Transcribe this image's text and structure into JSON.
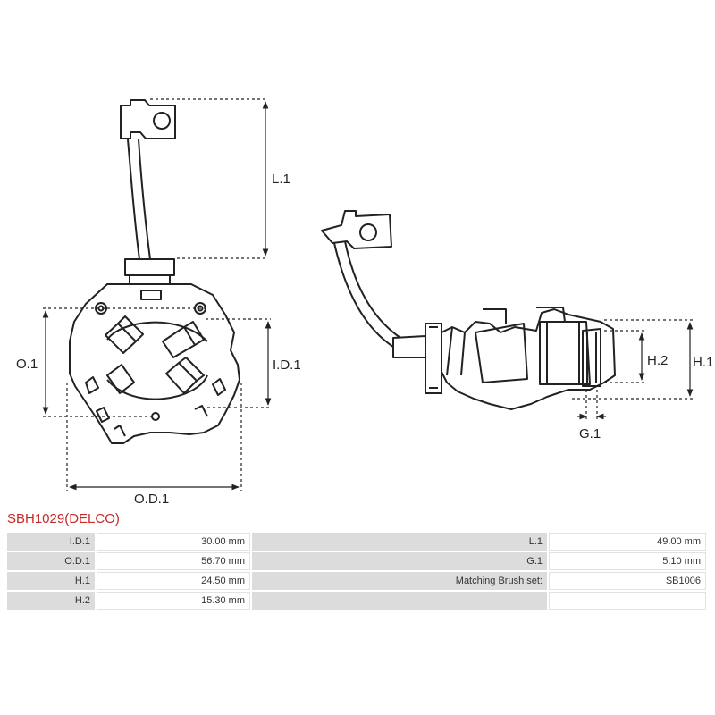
{
  "diagram": {
    "labels": {
      "l1": "L.1",
      "o1": "O.1",
      "id1": "I.D.1",
      "od1": "O.D.1",
      "h2": "H.2",
      "h1": "H.1",
      "g1": "G.1"
    }
  },
  "product": {
    "title": "SBH1029(DELCO)"
  },
  "specs": {
    "rows": [
      {
        "label_left": "I.D.1",
        "value_left": "30.00 mm",
        "label_right": "L.1",
        "value_right": "49.00 mm"
      },
      {
        "label_left": "O.D.1",
        "value_left": "56.70 mm",
        "label_right": "G.1",
        "value_right": "5.10 mm"
      },
      {
        "label_left": "H.1",
        "value_left": "24.50 mm",
        "label_right": "Matching Brush set:",
        "value_right": "SB1006"
      },
      {
        "label_left": "H.2",
        "value_left": "15.30 mm",
        "label_right": "",
        "value_right": ""
      }
    ]
  }
}
